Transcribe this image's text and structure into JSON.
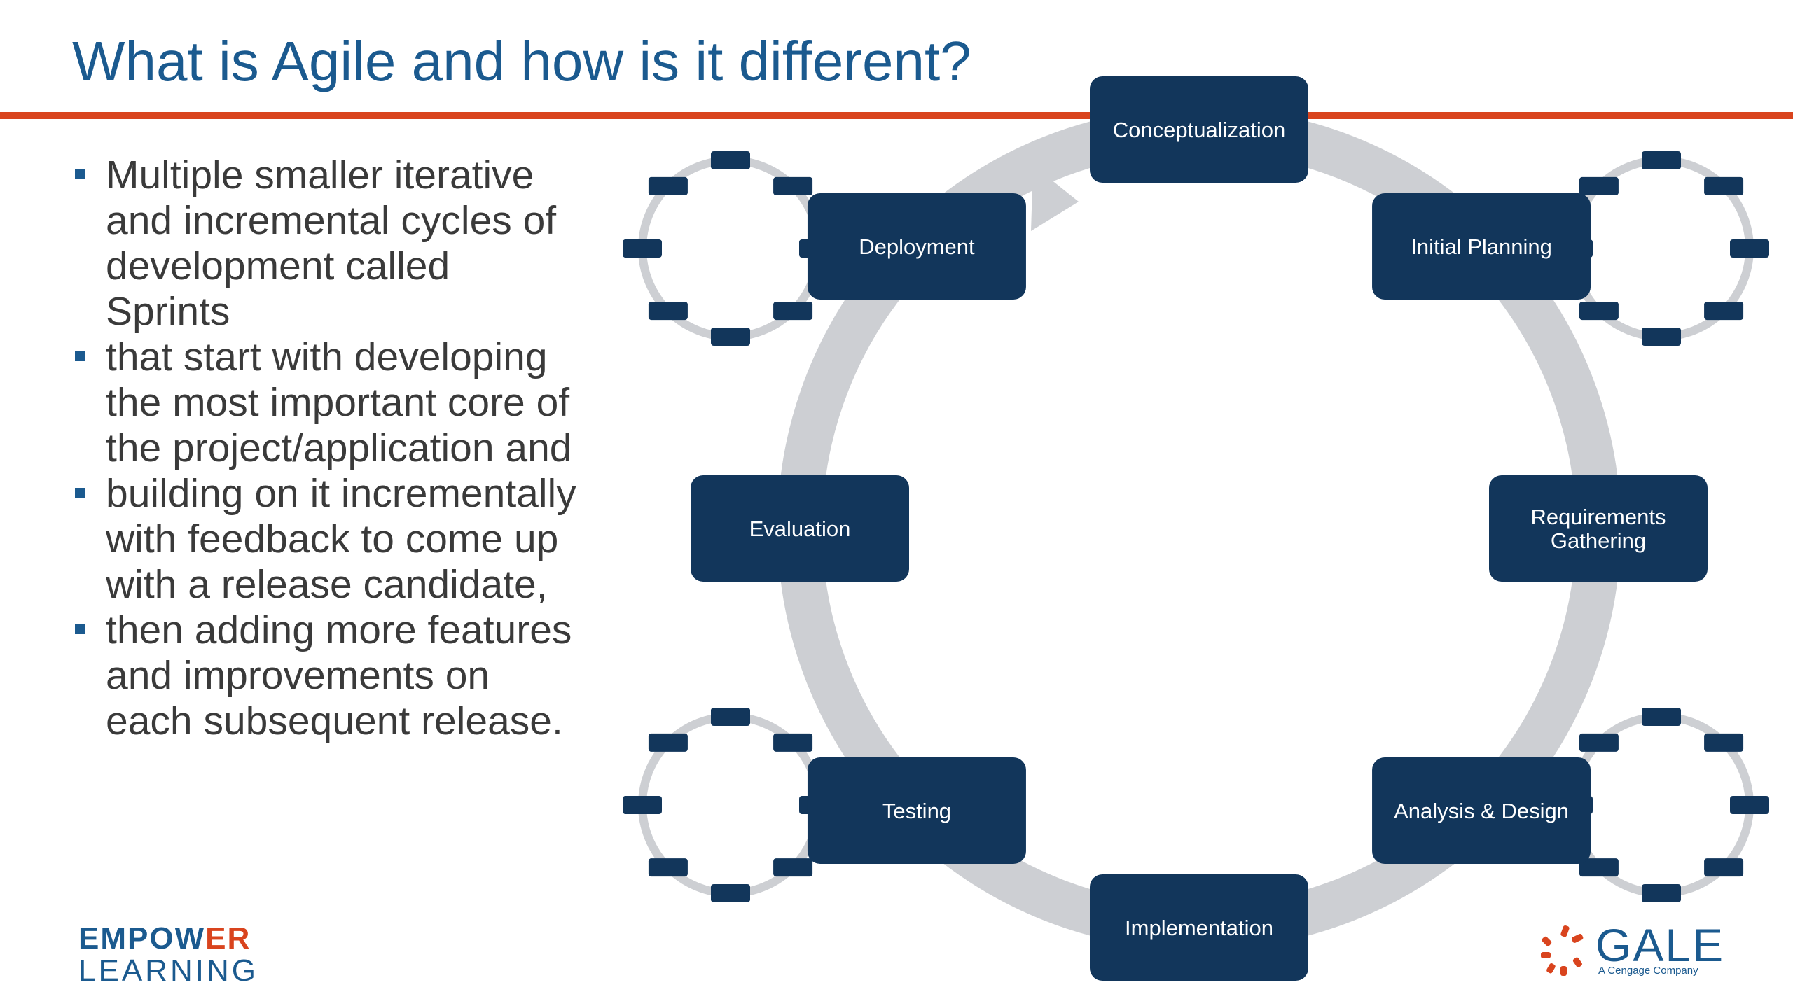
{
  "slide": {
    "title": "What is Agile and how is it different?"
  },
  "bullets": [
    "Multiple smaller iterative and incremental cycles of development called Sprints",
    "that start with developing the most important core of the project/application and",
    "building on it incrementally with feedback to come up with a release candidate,",
    "then adding more features and improvements on each subsequent release."
  ],
  "cycle": {
    "stages": [
      "Conceptualization",
      "Initial Planning",
      "Requirements Gathering",
      "Analysis & Design",
      "Implementation",
      "Testing",
      "Evaluation",
      "Deployment"
    ]
  },
  "logos": {
    "empower_part1": "EMPOW",
    "empower_part2": "ER",
    "learning": "LEARNING",
    "gale": "GALE",
    "gale_sub": "A Cengage Company"
  },
  "colors": {
    "title": "#1b5a8f",
    "rule": "#d9441e",
    "node": "#12365b",
    "arrow": "#cdcfd3"
  }
}
